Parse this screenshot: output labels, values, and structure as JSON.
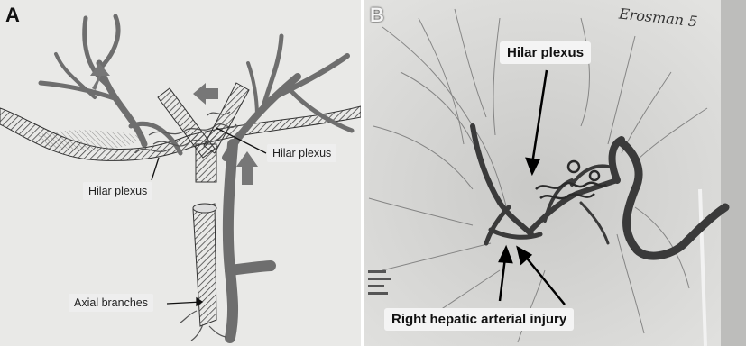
{
  "panel_a": {
    "letter": "A",
    "labels": {
      "hilar_plexus_right": "Hilar plexus",
      "hilar_plexus_left": "Hilar plexus",
      "axial_branches": "Axial branches"
    }
  },
  "panel_b": {
    "letter": "B",
    "stamp": "Erosman 5",
    "labels": {
      "hilar_plexus": "Hilar plexus",
      "right_hepatic_arterial_injury": "Right hepatic arterial injury"
    }
  },
  "colors": {
    "duct_fill": "#6e6e6e",
    "background_a": "#e9e9e7",
    "background_b": "#d4d4d2"
  }
}
